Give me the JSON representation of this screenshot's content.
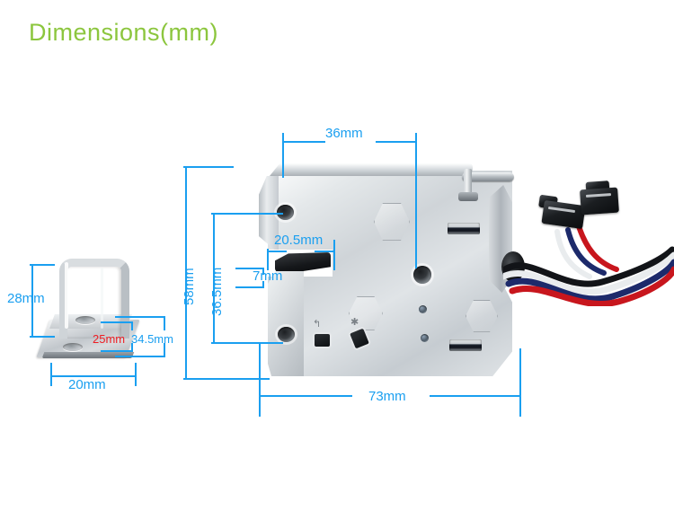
{
  "title": "Dimensions(mm)",
  "colors": {
    "title_green": "#8cc63e",
    "dimension_blue": "#1a9ff0",
    "highlight_red": "#ee1d23",
    "background": "#ffffff"
  },
  "bracket": {
    "name": "strike-plate-bracket",
    "dimensions": {
      "height": "28mm",
      "width": "20mm",
      "depth_red": "25mm",
      "overall_depth": "34.5mm"
    }
  },
  "lock_body": {
    "name": "electric-cabinet-lock",
    "dimensions": {
      "top_width": "36mm",
      "overall_height": "58mm",
      "inner_height": "36.5mm",
      "notch_width": "20.5mm",
      "notch_height": "7mm",
      "overall_length": "73mm"
    }
  },
  "harness": {
    "connector_count": 2,
    "wire_colors": [
      "#c8161d",
      "#e9ecee",
      "#1d2a6b",
      "#121418"
    ]
  }
}
